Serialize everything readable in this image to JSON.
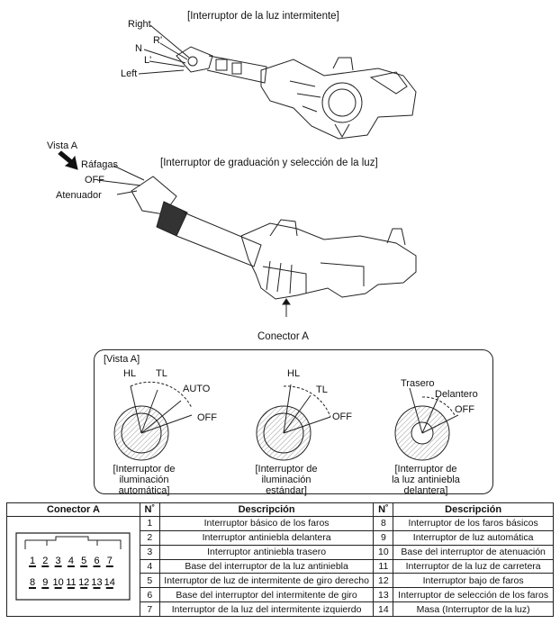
{
  "top": {
    "title": "[Interruptor de la luz intermitente]",
    "positions": [
      "Right",
      "R'",
      "N",
      "L'",
      "Left"
    ]
  },
  "middle": {
    "view": "Vista A",
    "title": "[Interruptor de graduación y selección de la luz]",
    "positions": [
      "Ráfagas",
      "OFF",
      "Atenuador"
    ],
    "connector": "Conector A"
  },
  "panel": {
    "title": "[Vista A]",
    "dials": [
      {
        "marks": [
          "HL",
          "TL",
          "AUTO",
          "OFF"
        ],
        "caption": [
          "[Interruptor de",
          "iluminación",
          "automática]"
        ]
      },
      {
        "marks": [
          "HL",
          "TL",
          "OFF"
        ],
        "caption": [
          "[Interruptor de",
          "iluminación",
          "estándar]"
        ]
      },
      {
        "marks": [
          "Trasero",
          "Delantero",
          "OFF"
        ],
        "caption": [
          "[Interruptor de",
          "la luz antiniebla",
          "delantera]"
        ]
      }
    ]
  },
  "table": {
    "headers": [
      "Conector A",
      "N˚",
      "Descripción",
      "N˚",
      "Descripción"
    ],
    "pins_top": [
      "1",
      "2",
      "3",
      "4",
      "5",
      "6",
      "7"
    ],
    "pins_bottom": [
      "8",
      "9",
      "10",
      "11",
      "12",
      "13",
      "14"
    ],
    "rows": [
      [
        "1",
        "Interruptor básico de los faros",
        "8",
        "Interruptor de los faros básicos"
      ],
      [
        "2",
        "Interruptor antiniebla delantera",
        "9",
        "Interruptor de luz automática"
      ],
      [
        "3",
        "Interruptor antiniebla trasero",
        "10",
        "Base del interruptor de atenuación"
      ],
      [
        "4",
        "Base del interruptor de la luz antiniebla",
        "11",
        "Interruptor de la luz de carretera"
      ],
      [
        "5",
        "Interruptor de luz de intermitente de giro derecho",
        "12",
        "Interruptor bajo de faros"
      ],
      [
        "6",
        "Base del interruptor del intermitente de giro",
        "13",
        "Interruptor de selección de los faros"
      ],
      [
        "7",
        "Interruptor de la luz del intermitente izquierdo",
        "14",
        "Masa (Interruptor de la luz)"
      ]
    ]
  }
}
